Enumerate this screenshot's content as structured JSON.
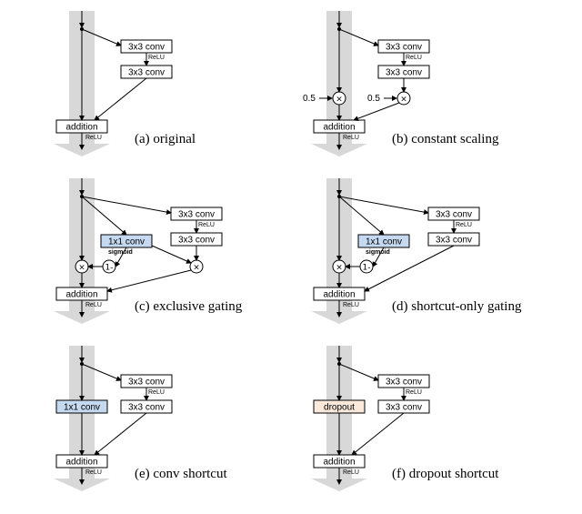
{
  "colors": {
    "highway": "#d8d8d8",
    "box_fill": "#ffffff",
    "gate_fill": "#c5d9f1",
    "dropout_fill": "#fbe9dc",
    "line": "#000000"
  },
  "panels": [
    {
      "id": "a",
      "caption": "(a) original",
      "boxes": [
        "3x3 conv",
        "3x3 conv",
        "addition"
      ],
      "relu": [
        "ReLU",
        "ReLU"
      ]
    },
    {
      "id": "b",
      "caption": "(b) constant scaling",
      "boxes": [
        "3x3 conv",
        "3x3 conv",
        "addition"
      ],
      "relu": [
        "ReLU",
        "ReLU"
      ],
      "scale_labels": [
        "0.5",
        "0.5"
      ],
      "ops": [
        "×",
        "×"
      ]
    },
    {
      "id": "c",
      "caption": "(c) exclusive gating",
      "boxes": [
        "3x3 conv",
        "3x3 conv",
        "1x1 conv",
        "addition"
      ],
      "relu": [
        "ReLU",
        "ReLU"
      ],
      "gate_label": "sigmoid",
      "ops": [
        "×",
        "1-",
        "×"
      ]
    },
    {
      "id": "d",
      "caption": "(d) shortcut-only gating",
      "boxes": [
        "3x3 conv",
        "3x3 conv",
        "1x1 conv",
        "addition"
      ],
      "relu": [
        "ReLU",
        "ReLU"
      ],
      "gate_label": "sigmoid",
      "ops": [
        "×",
        "1-"
      ]
    },
    {
      "id": "e",
      "caption": "(e) conv shortcut",
      "boxes": [
        "3x3 conv",
        "3x3 conv",
        "1x1 conv",
        "addition"
      ],
      "relu": [
        "ReLU",
        "ReLU"
      ]
    },
    {
      "id": "f",
      "caption": "(f) dropout shortcut",
      "boxes": [
        "3x3 conv",
        "3x3 conv",
        "dropout",
        "addition"
      ],
      "relu": [
        "ReLU",
        "ReLU"
      ]
    }
  ]
}
